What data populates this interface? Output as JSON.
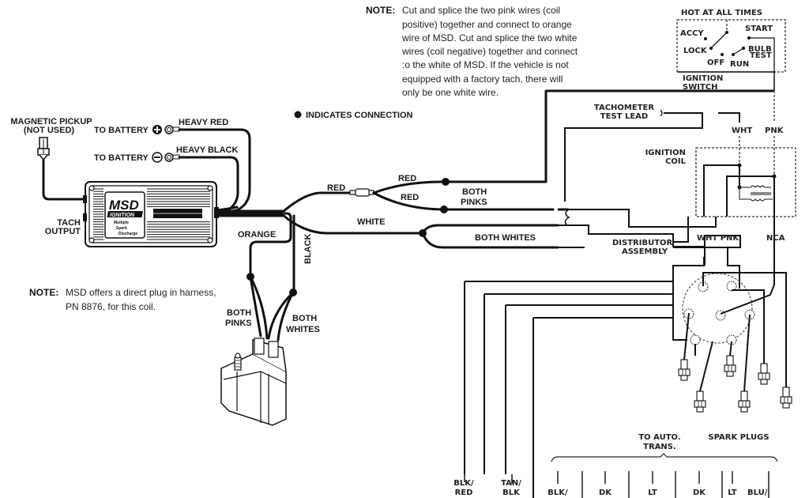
{
  "notes": {
    "top": {
      "heading": "NOTE:",
      "lines": [
        "Cut and splice the two pink wires (coil",
        "positive) together and connect to orange",
        "wire of MSD. Cut and splice the two white",
        "wires (coil negative) together and connect",
        ":o the white of MSD. If the vehicle is not",
        "equipped with a factory tach, there will",
        "only be one white wire."
      ]
    },
    "left": {
      "heading": "NOTE:",
      "lines": [
        "MSD offers a direct plug in harness,",
        "PN 8876, for this coil."
      ]
    }
  },
  "legend": {
    "connection_icon": "filled-dot",
    "connection_label": "INDICATES CONNECTION"
  },
  "msd_box": {
    "brand_line1": "MSD",
    "brand_line2": "IGNITION",
    "product_lines": [
      "Multiple",
      "Spark",
      "Discharge"
    ],
    "magnetic_pickup": [
      "MAGNETIC PICKUP",
      "(NOT USED)"
    ],
    "tach_output": [
      "TACH",
      "OUTPUT"
    ],
    "battery_positive": "TO BATTERY",
    "battery_positive_symbol": "+",
    "battery_negative": "TO BATTERY",
    "battery_negative_symbol": "−",
    "heavy_red": "HEAVY RED",
    "heavy_black": "HEAVY BLACK"
  },
  "harness_labels": {
    "red_main": "RED",
    "red_upper": "RED",
    "red_lower": "RED",
    "both_pinks_right": [
      "BOTH",
      "PINKS"
    ],
    "white": "WHITE",
    "both_whites_right": "BOTH WHITES",
    "orange": "ORANGE",
    "black": "BLACK",
    "both_pinks_coil": [
      "BOTH",
      "PINKS"
    ],
    "both_whites_coil": [
      "BOTH",
      "WHITES"
    ]
  },
  "ignition_switch": {
    "hot_label": "HOT AT ALL TIMES",
    "positions": [
      "ACCY",
      "LOCK",
      "OFF",
      "RUN",
      "START"
    ],
    "bulb_test": [
      "BULB",
      "TEST"
    ],
    "title": [
      "IGNITION",
      "SWITCH"
    ]
  },
  "factory_labels": {
    "tach_test_lead": [
      "TACHOMETER",
      "TEST LEAD"
    ],
    "wht": "WHT",
    "pnk": "PNK",
    "ignition_coil": [
      "IGNITION",
      "COIL"
    ],
    "distributor": [
      "DISTRIBUTOR",
      "ASSEMBLY"
    ],
    "wht_pnk": "WHT PNK",
    "nca": "NCA",
    "to_auto_trans": [
      "TO AUTO.",
      "TRANS."
    ],
    "spark_plugs": "SPARK PLUGS",
    "bottom_wires": [
      [
        "BLK/",
        "RED"
      ],
      [
        "TAN/",
        "BLK"
      ],
      [
        "BLK/",
        ""
      ],
      [
        "DK",
        ""
      ],
      [
        "LT",
        ""
      ],
      [
        "DK",
        ""
      ],
      [
        "LT",
        ""
      ],
      [
        "BLU/",
        ""
      ]
    ]
  }
}
